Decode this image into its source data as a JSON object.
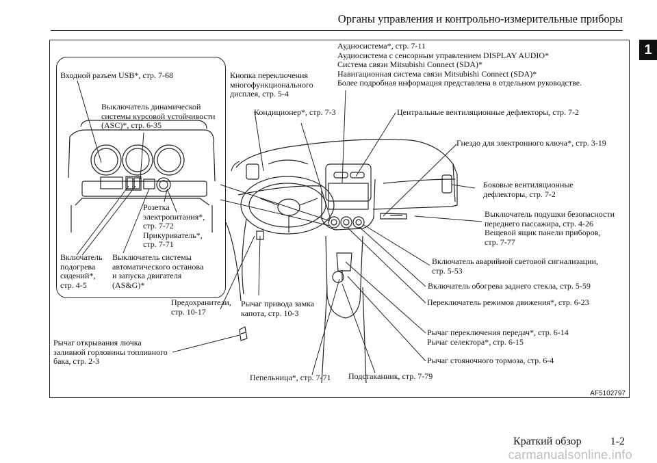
{
  "header": {
    "title": "Органы управления и контрольно-измерительные приборы",
    "chapter_tab": "1"
  },
  "figure": {
    "code": "AF5102797",
    "labels": {
      "usb": "Входной разъем USB*, стр. 7-68",
      "asc": "Выключатель динамической\nсистемы курсовой устойчивости\n(ASC)*, стр. 6-35",
      "socket": "Розетка\nэлектропитания*,\nстр. 7-72\nПрикуриватель*,\nстр. 7-71",
      "seat_heater": "Включатель\nподогрева\nсидений*,\nстр. 4-5",
      "asg": "Выключатель системы\nавтоматического останова\nи запуска двигателя\n(AS&G)*",
      "display_button": "Кнопка переключения\nмногофункционального\nдисплея, стр. 5-4",
      "audio": "Аудиосистема*, стр. 7-11\nАудиосистема с сенсорным управлением DISPLAY AUDIO*\nСистема связи Mitsubishi Connect (SDA)*\nНавигационная система связи Mitsubishi Connect (SDA)*\nБолее подробная информация представлена в отдельном руководстве.",
      "ac": "Кондиционер*, стр. 7-3",
      "center_vents": "Центральные вентиляционные дефлекторы, стр. 7-2",
      "key_slot": "Гнездо для электронного ключа*, стр. 3-19",
      "side_vents": "Боковые вентиляционные\nдефлекторы, стр. 7-2",
      "airbag_glovebox": "Выключатель подушки безопасности\nпереднего пассажира, стр. 4-26\nВещевой ящик панели приборов,\nстр. 7-77",
      "hazard": "Включатель аварийной световой сигнализации,\nстр. 5-53",
      "rear_defog": "Включатель обогрева заднего стекла, стр. 5-59",
      "drive_mode": "Переключатель режимов движения*, стр. 6-23",
      "shift_lever": "Рычаг переключения передач*, стр. 6-14\nРычаг селектора*, стр. 6-15",
      "parking_brake": "Рычаг стояночного тормоза, стр. 6-4",
      "cup_holder": "Подстаканник, стр. 7-79",
      "ashtray": "Пепельница*, стр. 7-71",
      "fuses": "Предохранители,\nстр. 10-17",
      "hood_release": "Рычаг привода замка\nкапота, стр. 10-3",
      "fuel_door": "Рычаг открывания лючка\nзаливной горловины топливного\nбака, стр. 2-3"
    }
  },
  "footer": {
    "section": "Краткий обзор",
    "page": "1-2"
  },
  "watermark": "carmanualsonline.info"
}
